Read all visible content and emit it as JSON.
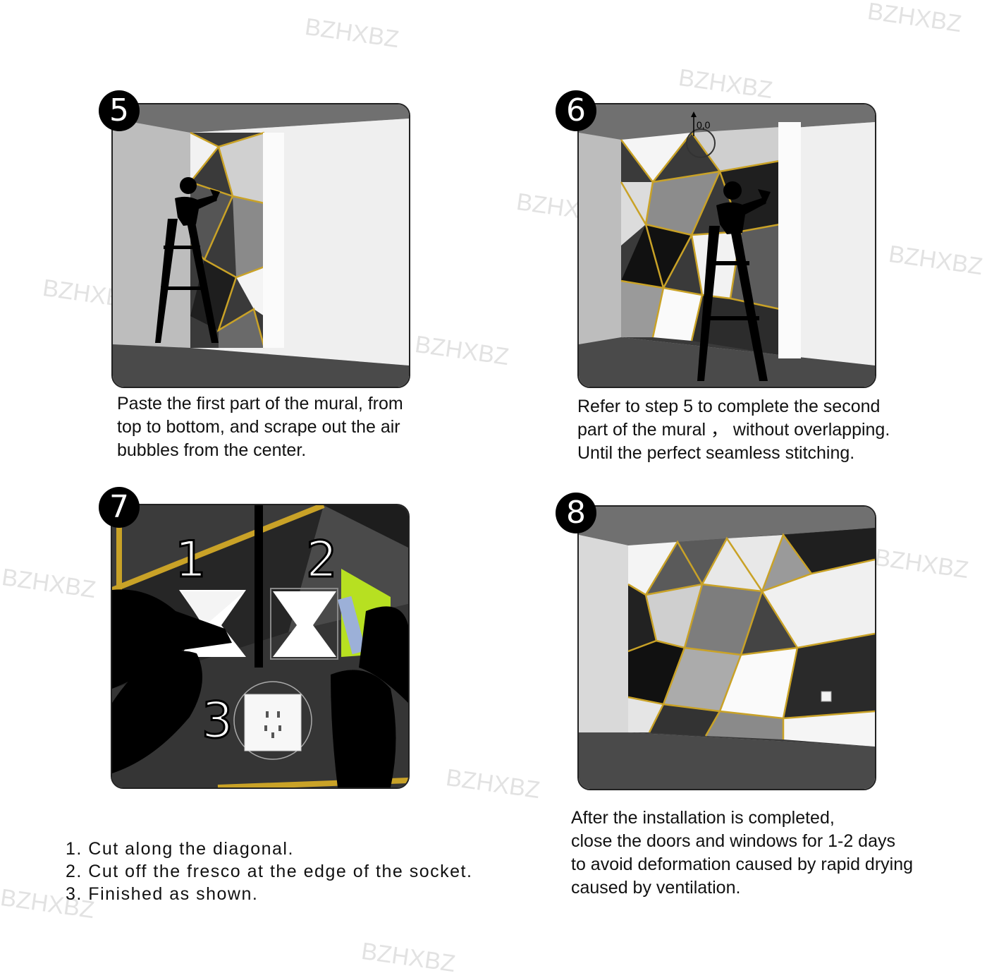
{
  "watermark": "BZHXBZ",
  "steps": [
    {
      "number": "5",
      "caption": [
        "Paste the first part of the mural, from",
        "top to bottom, and scrape out the air",
        "bubbles from the center."
      ]
    },
    {
      "number": "6",
      "marker_label": "0,0",
      "caption": [
        "Refer to step 5 to complete the second",
        "part of the mural ，  without overlapping.",
        "Until the perfect seamless stitching."
      ]
    },
    {
      "number": "7",
      "sub_numbers": [
        "1",
        "2",
        "3"
      ],
      "caption": [
        "1. Cut along the diagonal.",
        "2. Cut off the fresco at the edge of the socket.",
        "3. Finished as shown."
      ]
    },
    {
      "number": "8",
      "caption": [
        "After the installation is completed,",
        "close the doors and windows for 1-2 days",
        "to avoid deformation caused by rapid drying",
        "caused by ventilation."
      ]
    }
  ],
  "colors": {
    "gold": "#c9a227",
    "dark": "#2a2a2a",
    "wall": "#c8c8c8",
    "accent": "#b7e021"
  }
}
